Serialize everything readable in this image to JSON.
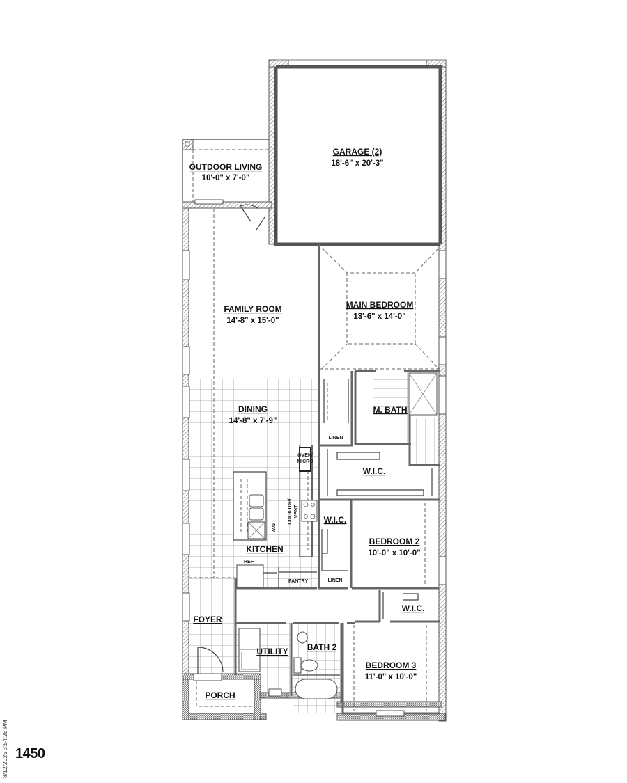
{
  "plan": {
    "number": "1450",
    "timestamp": "8/12/2025 3:54:28 PM",
    "colors": {
      "wall": "#555555",
      "hatch": "#777777",
      "text": "#111111",
      "tile": "#9a9a9a"
    }
  },
  "rooms": {
    "garage": {
      "name": "GARAGE (2)",
      "dims": "18'-6\" x 20'-3\""
    },
    "outdoor_living": {
      "name": "OUTDOOR LIVING",
      "dims": "10'-0\" x 7'-0\""
    },
    "family_room": {
      "name": "FAMILY ROOM",
      "dims": "14'-8\" x 15'-0\""
    },
    "main_bedroom": {
      "name": "MAIN BEDROOM",
      "dims": "13'-6\" x 14'-0\""
    },
    "dining": {
      "name": "DINING",
      "dims": "14'-8\" x 7'-9\""
    },
    "m_bath": {
      "name": "M. BATH"
    },
    "main_wic": {
      "name": "W.I.C."
    },
    "kitchen": {
      "name": "KITCHEN"
    },
    "wic_2": {
      "name": "W.I.C."
    },
    "bedroom_2": {
      "name": "BEDROOM 2",
      "dims": "10'-0\" x 10'-0\""
    },
    "wic_3": {
      "name": "W.I.C."
    },
    "foyer": {
      "name": "FOYER"
    },
    "utility": {
      "name": "UTILITY"
    },
    "bath_2": {
      "name": "BATH 2"
    },
    "bedroom_3": {
      "name": "BEDROOM 3",
      "dims": "11'-0\" x 10'-0\""
    },
    "porch": {
      "name": "PORCH"
    }
  },
  "fixtures": {
    "linen_1": "LINEN",
    "linen_2": "LINEN",
    "oven_micro_1": "OVEN/",
    "oven_micro_2": "MICRO",
    "cooktop_1": "COOKTOP/",
    "cooktop_2": "VENT",
    "dw": "DW",
    "ref": "REF",
    "pantry": "PANTRY"
  }
}
